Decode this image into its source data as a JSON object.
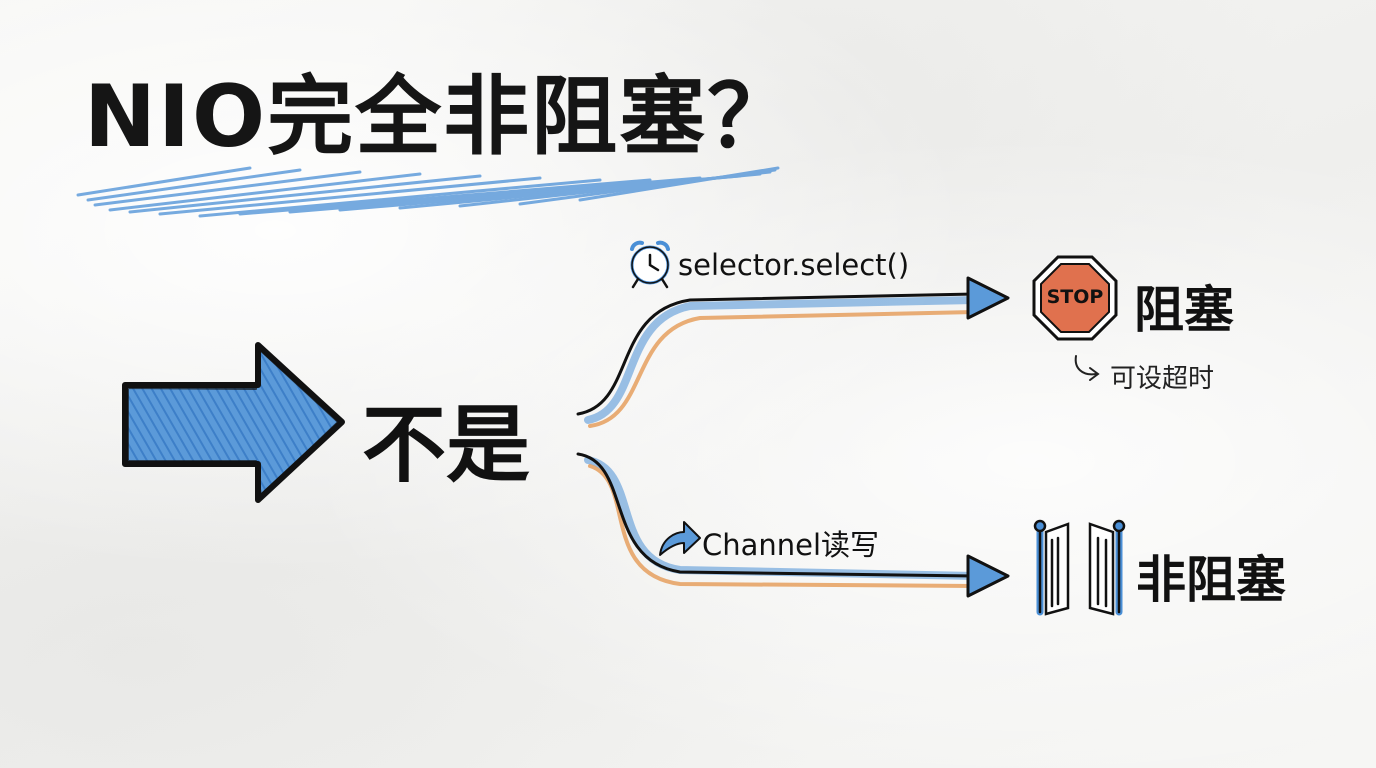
{
  "title": "NIO完全非阻塞？",
  "answer": "不是",
  "branch_top": {
    "operation": "selector.select()",
    "icon": "alarm-clock-icon",
    "result": "阻塞",
    "result_icon": "stop-sign-icon",
    "stop_sign_text": "STOP",
    "note": "可设超时"
  },
  "branch_bottom": {
    "operation": "Channel读写",
    "icon": "curved-arrow-icon",
    "result": "非阻塞",
    "result_icon": "open-gate-icon"
  },
  "colors": {
    "accent_blue": "#4a8fd6",
    "accent_orange": "#e59a55",
    "stop_red": "#e0714e",
    "ink": "#151515"
  }
}
